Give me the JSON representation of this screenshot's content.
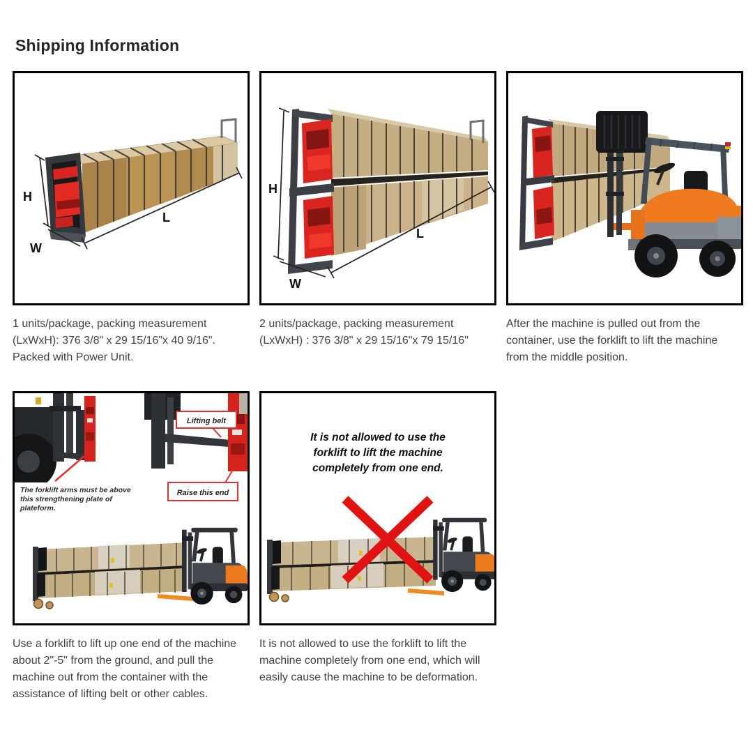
{
  "title": "Shipping Information",
  "colors": {
    "panel_border": "#000000",
    "title_color": "#262626",
    "caption_color": "#414141",
    "machine_red": "#d7231e",
    "annotation_red": "#e03131",
    "warning_cross_red": "#e01212",
    "forklift_orange": "#ef7a1f",
    "wood_brown": "#b5904f",
    "wood_light": "#d8cdb8"
  },
  "panels": {
    "p1": {
      "caption": "1 units/package, packing measurement (LxWxH): 376 3/8\" x 29 15/16\"x 40 9/16\". Packed with Power Unit.",
      "dim_h": "H",
      "dim_w": "W",
      "dim_l": "L"
    },
    "p2": {
      "caption": "2 units/package, packing measurement (LxWxH) : 376 3/8\" x 29 15/16\"x 79 15/16\"",
      "dim_h": "H",
      "dim_w": "W",
      "dim_l": "L"
    },
    "p3": {
      "caption": "After the machine is pulled out from the container, use the forklift to lift the machine from the middle position."
    },
    "p4": {
      "caption": "Use a forklift to lift up one end of the machine about 2\"-5\" from the ground, and pull the machine out from the container with the assistance of lifting belt or other cables.",
      "note_line1": "The forklift arms must be above",
      "note_line2": "this strengthening plate of",
      "note_line3": "plateform.",
      "label_belt": "Lifting belt",
      "label_raise": "Raise this end"
    },
    "p5": {
      "caption": "It is not allowed to use the forklift to lift the machine completely from one end, which will easily cause the machine to be deformation.",
      "warning_line1": "It is not allowed to use the",
      "warning_line2": "forklift to lift the machine",
      "warning_line3": "completely from one end."
    }
  }
}
